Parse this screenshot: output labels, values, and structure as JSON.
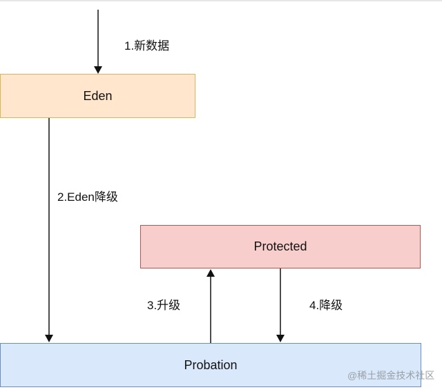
{
  "diagram": {
    "nodes": {
      "eden": {
        "label": "Eden"
      },
      "protected": {
        "label": "Protected"
      },
      "probation": {
        "label": "Probation"
      }
    },
    "edges": [
      {
        "from": "input",
        "to": "eden",
        "label": "1.新数据"
      },
      {
        "from": "eden",
        "to": "probation",
        "label": "2.Eden降级"
      },
      {
        "from": "probation",
        "to": "protected",
        "label": "3.升级"
      },
      {
        "from": "protected",
        "to": "probation",
        "label": "4.降级"
      }
    ],
    "colors": {
      "eden_fill": "#ffe6cc",
      "eden_stroke": "#d6b656",
      "protected_fill": "#f8cecc",
      "protected_stroke": "#b85450",
      "probation_fill": "#dae8fc",
      "probation_stroke": "#6c8ebf",
      "arrow": "#111111"
    }
  },
  "watermark": "@稀土掘金技术社区"
}
